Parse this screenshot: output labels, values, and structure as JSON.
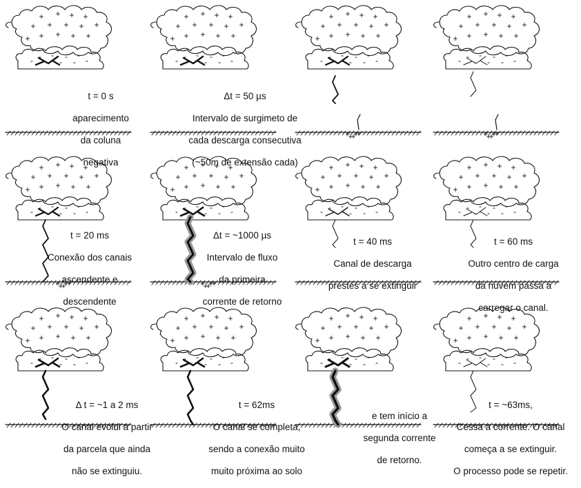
{
  "panels": [
    {
      "id": "p1",
      "time": "t = 0 s",
      "lines": [
        "aparecimento",
        "da coluna",
        "negativa"
      ]
    },
    {
      "id": "p2",
      "time": "Δt = 50 µs",
      "lines": [
        "Intervalo de surgimeto de",
        "cada descarga consecutiva",
        "(~50m de extensão cada)"
      ]
    },
    {
      "id": "p3",
      "time": "",
      "lines": []
    },
    {
      "id": "p4",
      "time": "",
      "lines": []
    },
    {
      "id": "p5",
      "time": "t = 20 ms",
      "lines": [
        "Conexão dos canais",
        "ascendente e",
        "descendente"
      ]
    },
    {
      "id": "p6",
      "time": "Δt = ~1000 µs",
      "lines": [
        "Intervalo de fluxo",
        "da primeira",
        "corrente de retorno"
      ]
    },
    {
      "id": "p7",
      "time": "t = 40 ms",
      "lines": [
        "Canal de descarga",
        "prestes a se extinguir"
      ]
    },
    {
      "id": "p8",
      "time": "t = 60 ms",
      "lines": [
        "Outro centro de carga",
        "da nuvem passa a",
        "carregar o canal."
      ]
    },
    {
      "id": "p9",
      "time": "Δ t = ~1 a 2 ms",
      "lines": [
        "O canal evolui a partir",
        "da parcela que ainda",
        "não se extinguiu."
      ]
    },
    {
      "id": "p10",
      "time": "t = 62ms",
      "lines": [
        "O canal se completa,",
        "sendo a conexão muito",
        "muito próxima ao solo"
      ]
    },
    {
      "id": "p11",
      "time": "",
      "lines": [
        "e tem início a",
        "segunda corrente",
        "de retorno."
      ]
    },
    {
      "id": "p12",
      "time": "t = ~63ms,",
      "lines": [
        "Cessa a corrente. O canal",
        "começa a se extinguir.",
        "O processo pode se repetir."
      ]
    }
  ],
  "symbols": {
    "positive": "+",
    "negative": "-"
  },
  "colors": {
    "ink": "#111111",
    "glow": "#9a9a9a"
  }
}
